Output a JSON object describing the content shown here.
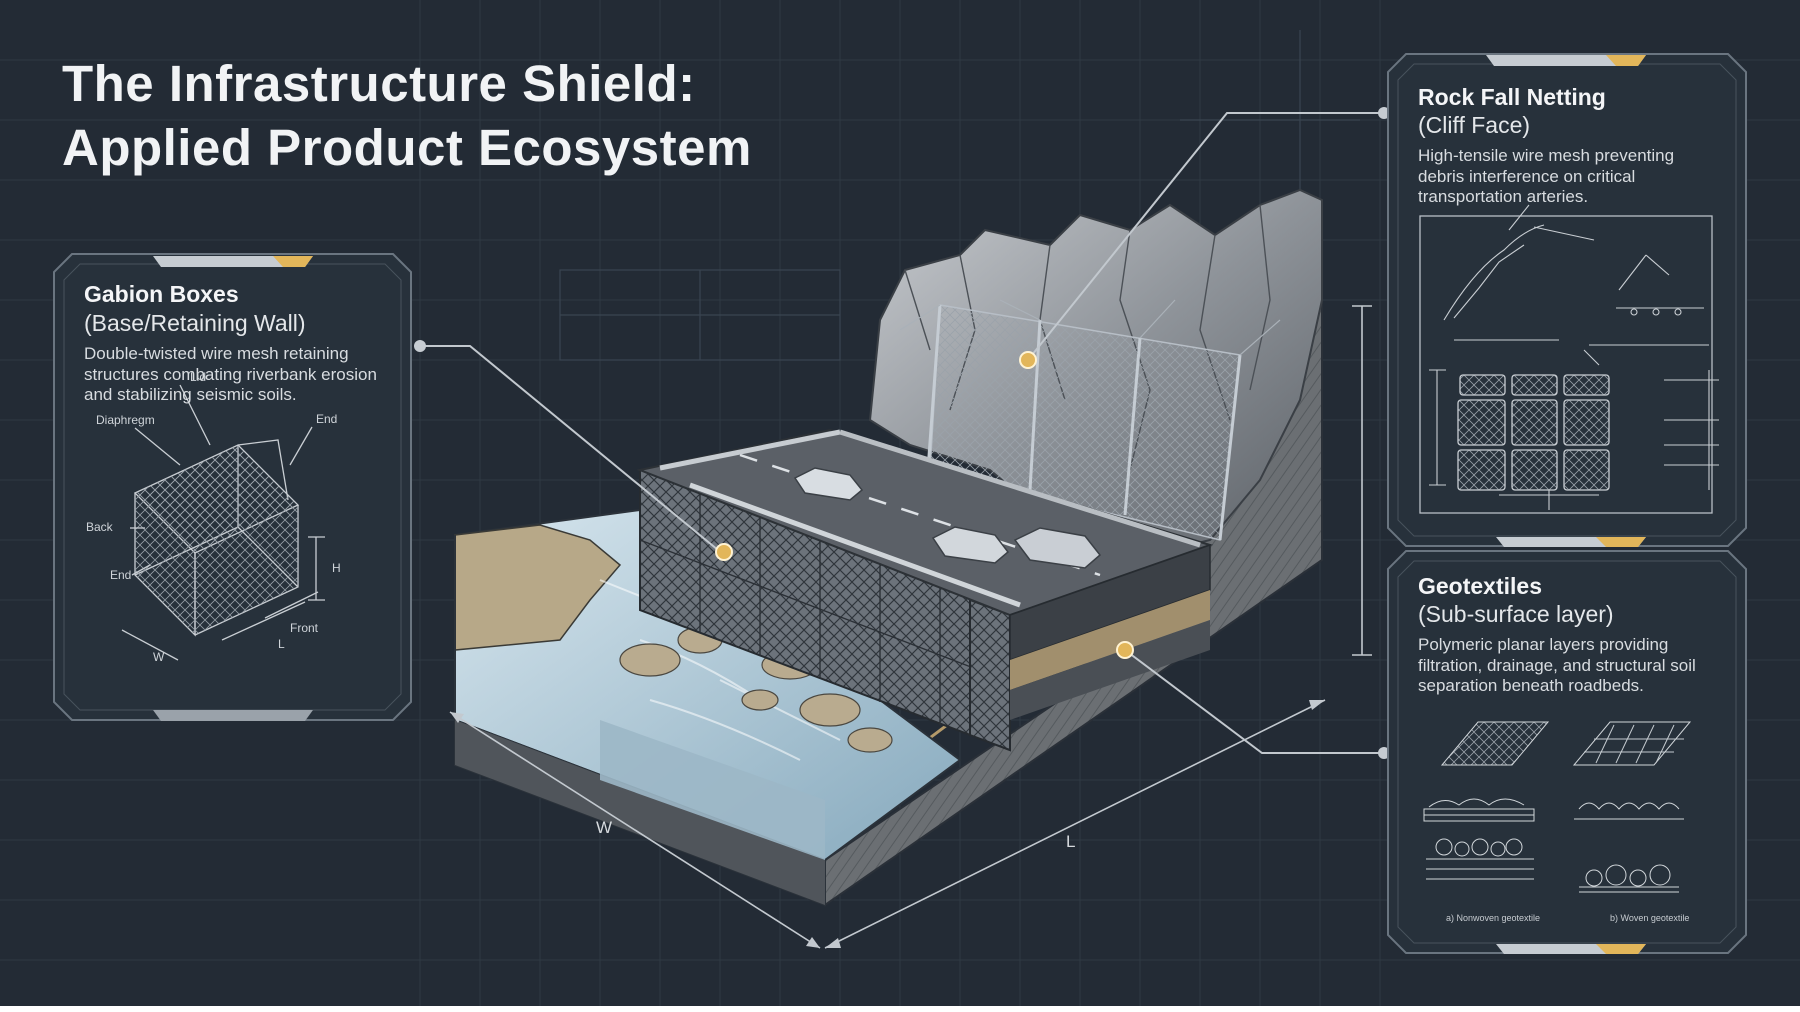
{
  "title": {
    "line1": "The Infrastructure Shield:",
    "line2": "Applied Product Ecosystem"
  },
  "panels": {
    "gabion": {
      "title": "Gabion Boxes",
      "subtitle": "(Base/Retaining Wall)",
      "description": "Double-twisted wire mesh retaining structures combating riverbank erosion and stabilizing seismic soils.",
      "diagram_labels": {
        "lid": "Lid",
        "diaphragm": "Diaphregm",
        "end_top": "End",
        "back": "Back",
        "end_left": "End",
        "height": "H",
        "front": "Front",
        "length": "L",
        "width": "W"
      }
    },
    "rockfall": {
      "title": "Rock Fall Netting",
      "subtitle": "(Cliff Face)",
      "description": "High-tensile wire mesh preventing debris interference on critical transportation arteries."
    },
    "geotextiles": {
      "title": "Geotextiles",
      "subtitle": "(Sub-surface layer)",
      "description": "Polymeric planar layers providing filtration, drainage, and structural soil separation beneath roadbeds.",
      "captions": {
        "left": "a) Nonwoven geotextile",
        "right": "b) Woven geotextile"
      }
    }
  },
  "main_dimensions": {
    "width": "W",
    "length": "L"
  },
  "colors": {
    "background": "#232b35",
    "accent_gold": "#e2b65a",
    "panel_border": "#6a7580",
    "water": "#a7c3d3"
  }
}
